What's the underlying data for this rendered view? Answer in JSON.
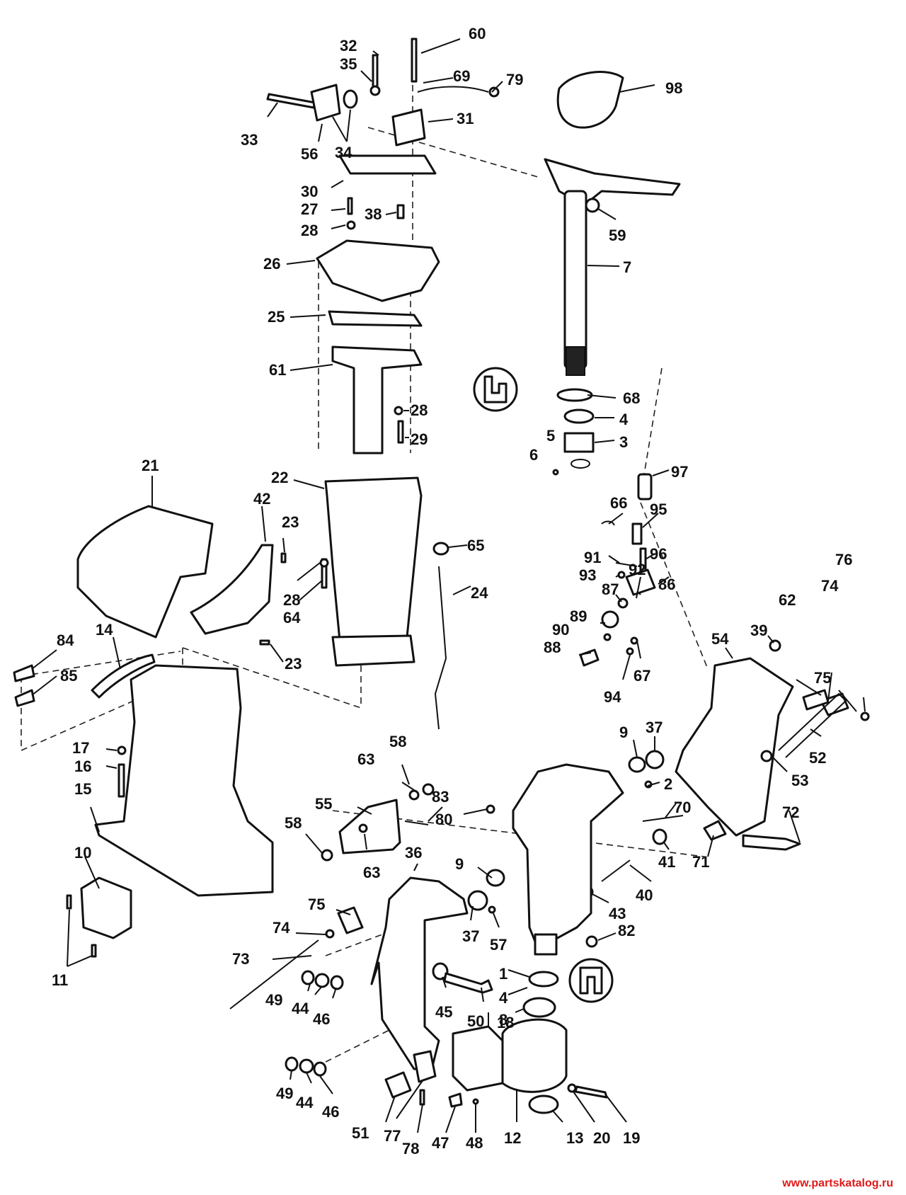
{
  "diagram": {
    "type": "exploded-parts-diagram",
    "callouts": [
      "1",
      "2",
      "3",
      "4",
      "4",
      "5",
      "6",
      "7",
      "8",
      "9",
      "9",
      "10",
      "11",
      "12",
      "13",
      "14",
      "15",
      "16",
      "17",
      "18",
      "19",
      "20",
      "21",
      "22",
      "23",
      "23",
      "24",
      "25",
      "26",
      "27",
      "28",
      "28",
      "28",
      "29",
      "30",
      "31",
      "32",
      "33",
      "34",
      "35",
      "36",
      "37",
      "37",
      "38",
      "39",
      "40",
      "41",
      "42",
      "43",
      "44",
      "44",
      "45",
      "46",
      "46",
      "47",
      "48",
      "49",
      "49",
      "50",
      "51",
      "52",
      "53",
      "54",
      "55",
      "56",
      "57",
      "58",
      "58",
      "59",
      "60",
      "61",
      "62",
      "63",
      "63",
      "64",
      "65",
      "66",
      "67",
      "68",
      "69",
      "70",
      "71",
      "72",
      "73",
      "74",
      "74",
      "75",
      "75",
      "76",
      "77",
      "78",
      "79",
      "80",
      "82",
      "83",
      "84",
      "85",
      "86",
      "87",
      "88",
      "89",
      "90",
      "91",
      "92",
      "93",
      "94",
      "95",
      "96",
      "97",
      "98"
    ],
    "lubricant_icons": [
      "lube-symbol-icon",
      "lube-symbol-icon"
    ]
  },
  "watermark": "www.partskatalog.ru",
  "colors": {
    "ink": "#111111",
    "background": "#ffffff",
    "watermark": "#e11919"
  }
}
